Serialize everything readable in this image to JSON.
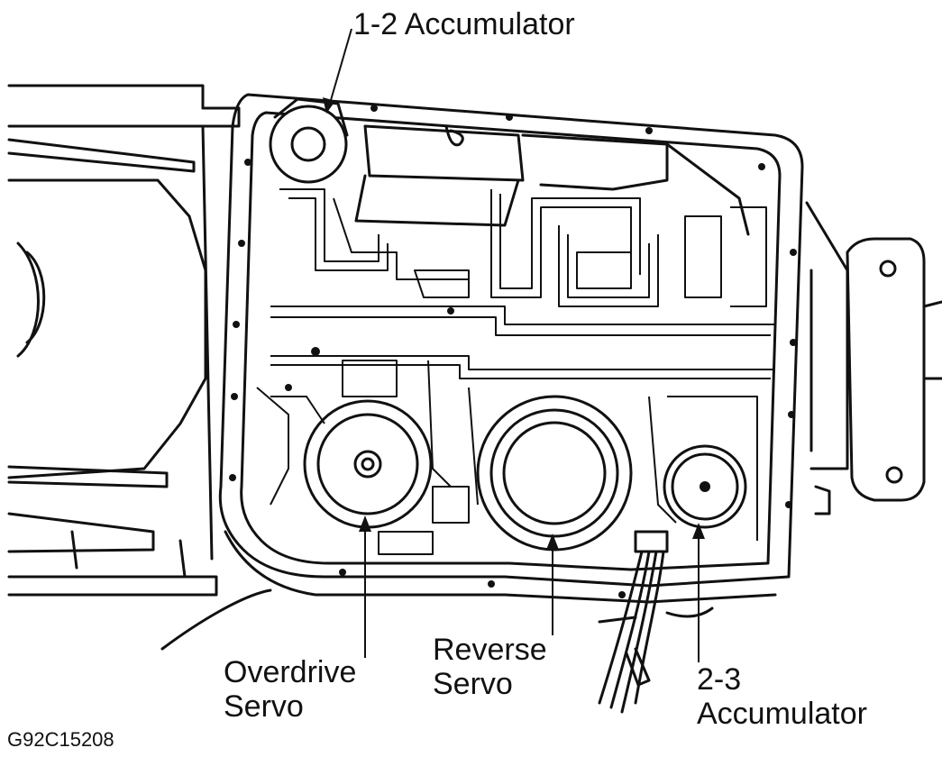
{
  "labels": {
    "accum12": "1-2 Accumulator",
    "overdrive_line1": "Overdrive",
    "overdrive_line2": "Servo",
    "reverse_line1": "Reverse",
    "reverse_line2": "Servo",
    "accum23_line1": "2-3",
    "accum23_line2": "Accumulator"
  },
  "figure_code": "G92C15208",
  "colors": {
    "ink": "#111111",
    "paper": "#ffffff"
  }
}
